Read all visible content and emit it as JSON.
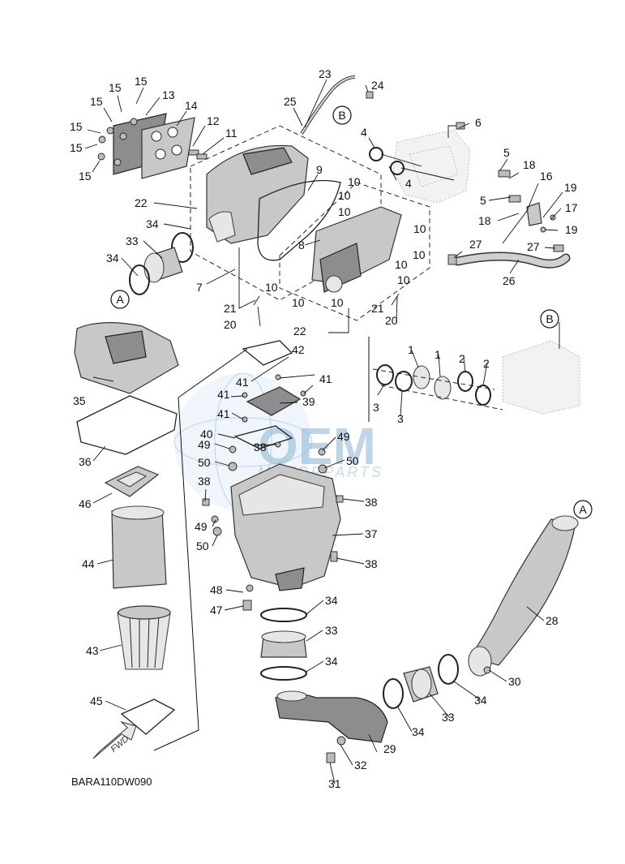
{
  "diagram_code": "BARA110DW090",
  "fwd_label": "FWD",
  "watermark": {
    "main": "OEM",
    "sub": "MOTORPARTS"
  },
  "references": {
    "a": "A",
    "b": "B"
  },
  "callouts": {
    "n1": "1",
    "n2": "2",
    "n3": "3",
    "n4": "4",
    "n5": "5",
    "n6": "6",
    "n7": "7",
    "n8": "8",
    "n9": "9",
    "n10": "10",
    "n11": "11",
    "n12": "12",
    "n13": "13",
    "n14": "14",
    "n15": "15",
    "n16": "16",
    "n17": "17",
    "n18": "18",
    "n19": "19",
    "n20": "20",
    "n21": "21",
    "n22": "22",
    "n23": "23",
    "n24": "24",
    "n25": "25",
    "n26": "26",
    "n27": "27",
    "n28": "28",
    "n29": "29",
    "n30": "30",
    "n31": "31",
    "n32": "32",
    "n33": "33",
    "n34": "34",
    "n35": "35",
    "n36": "36",
    "n37": "37",
    "n38": "38",
    "n39": "39",
    "n40": "40",
    "n41": "41",
    "n42": "42",
    "n43": "43",
    "n44": "44",
    "n45": "45",
    "n46": "46",
    "n47": "47",
    "n48": "48",
    "n49": "49",
    "n50": "50"
  },
  "colors": {
    "part": "#c8c8c8",
    "watermark": "#8ab4d4",
    "line": "#111111"
  }
}
